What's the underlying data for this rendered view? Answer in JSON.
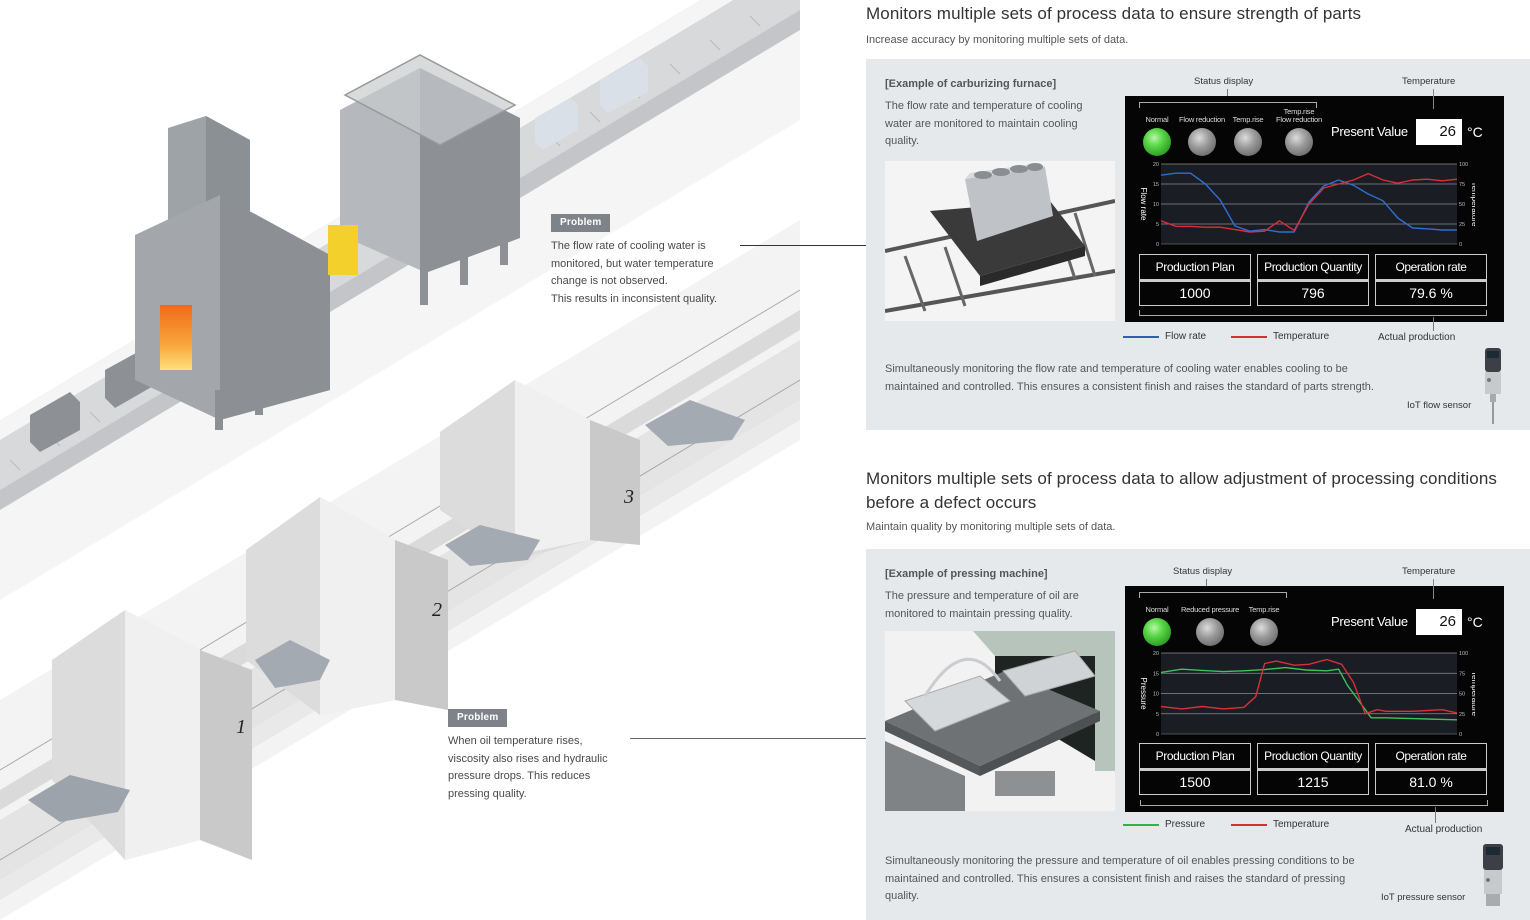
{
  "illustration": {
    "press_numbers": [
      "1",
      "2",
      "3"
    ],
    "problems": [
      {
        "tag": "Problem",
        "text": "The flow rate of cooling water is\nmonitored, but water temperature\nchange is not observed.\nThis results in inconsistent quality."
      },
      {
        "tag": "Problem",
        "text": "When oil temperature rises,\nviscosity also rises and hydraulic\npressure drops. This reduces\npressing quality."
      }
    ]
  },
  "sections": [
    {
      "title": "Monitors multiple sets of process data to ensure strength of parts",
      "subtitle": "Increase accuracy by monitoring multiple sets of data.",
      "example_title": "[Example of carburizing furnace]",
      "description": "The flow rate and temperature of cooling water are monitored to maintain cooling quality.",
      "status_display_label": "Status display",
      "temperature_label": "Temperature",
      "status_lamps": [
        {
          "label": "Normal",
          "state": "on"
        },
        {
          "label": "Flow reduction",
          "state": "off"
        },
        {
          "label": "Temp.rise",
          "state": "off"
        },
        {
          "label": "Temp.rise\nFlow reduction",
          "state": "off"
        }
      ],
      "present_value_label": "Present Value",
      "present_value": "26",
      "present_value_unit": "°C",
      "production": {
        "headers": [
          "Production Plan",
          "Production Quantity",
          "Operation rate"
        ],
        "values": [
          "1000",
          "796",
          "79.6 %"
        ]
      },
      "actual_production_label": "Actual production",
      "legend": [
        {
          "label": "Flow rate",
          "color": "#2f5fb3"
        },
        {
          "label": "Temperature",
          "color": "#d0303a"
        }
      ],
      "summary": "Simultaneously monitoring the flow rate and temperature of cooling water enables cooling to be maintained and controlled. This ensures a consistent finish and raises the standard of parts strength.",
      "sensor_label": "IoT flow sensor"
    },
    {
      "title": "Monitors multiple sets of process data to allow adjustment of processing conditions before a defect occurs",
      "subtitle": "Maintain quality by monitoring multiple sets of data.",
      "example_title": "[Example of pressing machine]",
      "description": "The pressure and temperature of oil are monitored to maintain pressing quality.",
      "status_display_label": "Status display",
      "temperature_label": "Temperature",
      "status_lamps": [
        {
          "label": "Normal",
          "state": "on"
        },
        {
          "label": "Reduced pressure",
          "state": "off"
        },
        {
          "label": "Temp.rise",
          "state": "off"
        }
      ],
      "present_value_label": "Present Value",
      "present_value": "26",
      "present_value_unit": "°C",
      "production": {
        "headers": [
          "Production Plan",
          "Production Quantity",
          "Operation rate"
        ],
        "values": [
          "1500",
          "1215",
          "81.0 %"
        ]
      },
      "actual_production_label": "Actual production",
      "legend": [
        {
          "label": "Pressure",
          "color": "#2fb24a"
        },
        {
          "label": "Temperature",
          "color": "#d0303a"
        }
      ],
      "summary": "Simultaneously monitoring the pressure and temperature of oil enables pressing conditions to be maintained and controlled. This ensures a consistent finish and raises the standard of pressing quality.",
      "sensor_label": "IoT pressure sensor"
    }
  ],
  "chart_data": [
    {
      "type": "line",
      "title": "",
      "ylabel": "Flow rate",
      "y2label": "Temperature",
      "ylim": [
        0,
        20
      ],
      "y2lim": [
        0,
        100
      ],
      "yticks": [
        "0",
        "5",
        "10",
        "15",
        "20"
      ],
      "y2ticks": [
        "0",
        "25",
        "50",
        "75",
        "100"
      ],
      "grid": true,
      "series": [
        {
          "name": "Flow rate",
          "axis": "left",
          "color": "#2f6fd0",
          "x": [
            0,
            5,
            10,
            15,
            20,
            25,
            30,
            35,
            40,
            45,
            50,
            55,
            60,
            65,
            70,
            75,
            80,
            85,
            90,
            95,
            100
          ],
          "values": [
            17.2,
            17.7,
            17.7,
            15,
            11,
            4.5,
            3.2,
            3.6,
            3,
            3,
            10.5,
            14.5,
            16,
            14.7,
            12.5,
            10.8,
            6.5,
            4,
            3.8,
            3.5,
            3.5
          ]
        },
        {
          "name": "Temperature",
          "axis": "right",
          "color": "#d83038",
          "x": [
            0,
            5,
            10,
            15,
            20,
            25,
            30,
            35,
            40,
            45,
            50,
            55,
            60,
            65,
            70,
            75,
            80,
            85,
            90,
            95,
            100
          ],
          "values": [
            29,
            22,
            22,
            21,
            21,
            18,
            15,
            16,
            29,
            17,
            50,
            70,
            75,
            80,
            88,
            80,
            76,
            80,
            81,
            79,
            81
          ]
        }
      ]
    },
    {
      "type": "line",
      "title": "",
      "ylabel": "Pressure",
      "y2label": "Temperature",
      "ylim": [
        0,
        20
      ],
      "y2lim": [
        0,
        100
      ],
      "yticks": [
        "0",
        "5",
        "10",
        "15",
        "20"
      ],
      "y2ticks": [
        "0",
        "25",
        "50",
        "75",
        "100"
      ],
      "grid": true,
      "series": [
        {
          "name": "Pressure",
          "axis": "left",
          "color": "#3cc25a",
          "x": [
            0,
            7,
            14,
            21,
            28,
            35,
            42,
            49,
            56,
            60,
            63,
            66,
            71,
            76,
            80,
            85,
            90,
            95,
            100
          ],
          "values": [
            15.2,
            16,
            15.7,
            15.4,
            15.6,
            15.9,
            16.4,
            15.8,
            15.6,
            16,
            12,
            9,
            4,
            4,
            3.9,
            3.8,
            3.7,
            3.6,
            3.5
          ]
        },
        {
          "name": "Temperature",
          "axis": "right",
          "color": "#d83038",
          "x": [
            0,
            7,
            14,
            21,
            28,
            32,
            35,
            39,
            45,
            50,
            56,
            61,
            65,
            69,
            73,
            76,
            80,
            85,
            90,
            95,
            100
          ],
          "values": [
            34,
            31,
            34,
            31,
            33,
            46,
            87,
            90,
            85,
            86,
            92,
            86,
            64,
            25,
            30,
            28,
            28,
            28,
            29,
            30,
            26
          ]
        }
      ]
    }
  ]
}
